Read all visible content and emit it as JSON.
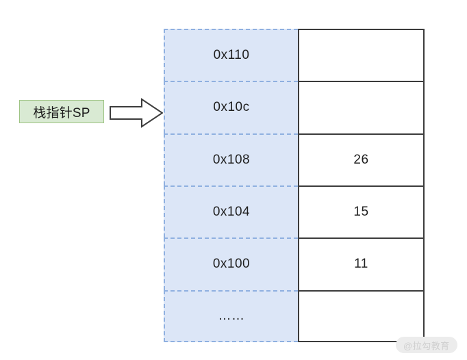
{
  "diagram": {
    "title": "stack-pointer-memory-layout",
    "pointer_label": {
      "text": "栈指针SP",
      "fill_color": "#d9ead3",
      "border_color": "#9ec484"
    },
    "arrow": {
      "icon": "right-block-arrow-icon",
      "direction": "right",
      "fill_color": "#ffffff",
      "stroke_color": "#3b3b3b"
    },
    "table": {
      "address_column": {
        "fill_color": "#dce6f7",
        "border_color": "#8fb0e0",
        "border_style": "dashed"
      },
      "value_column": {
        "fill_color": "#ffffff",
        "border_color": "#3b3b3b",
        "border_style": "solid"
      },
      "rows": [
        {
          "address": "0x110",
          "value": ""
        },
        {
          "address": "0x10c",
          "value": ""
        },
        {
          "address": "0x108",
          "value": "26"
        },
        {
          "address": "0x104",
          "value": "15"
        },
        {
          "address": "0x100",
          "value": "11"
        },
        {
          "address": "……",
          "value": ""
        }
      ]
    },
    "watermark": {
      "text": "@拉勾教育"
    }
  }
}
